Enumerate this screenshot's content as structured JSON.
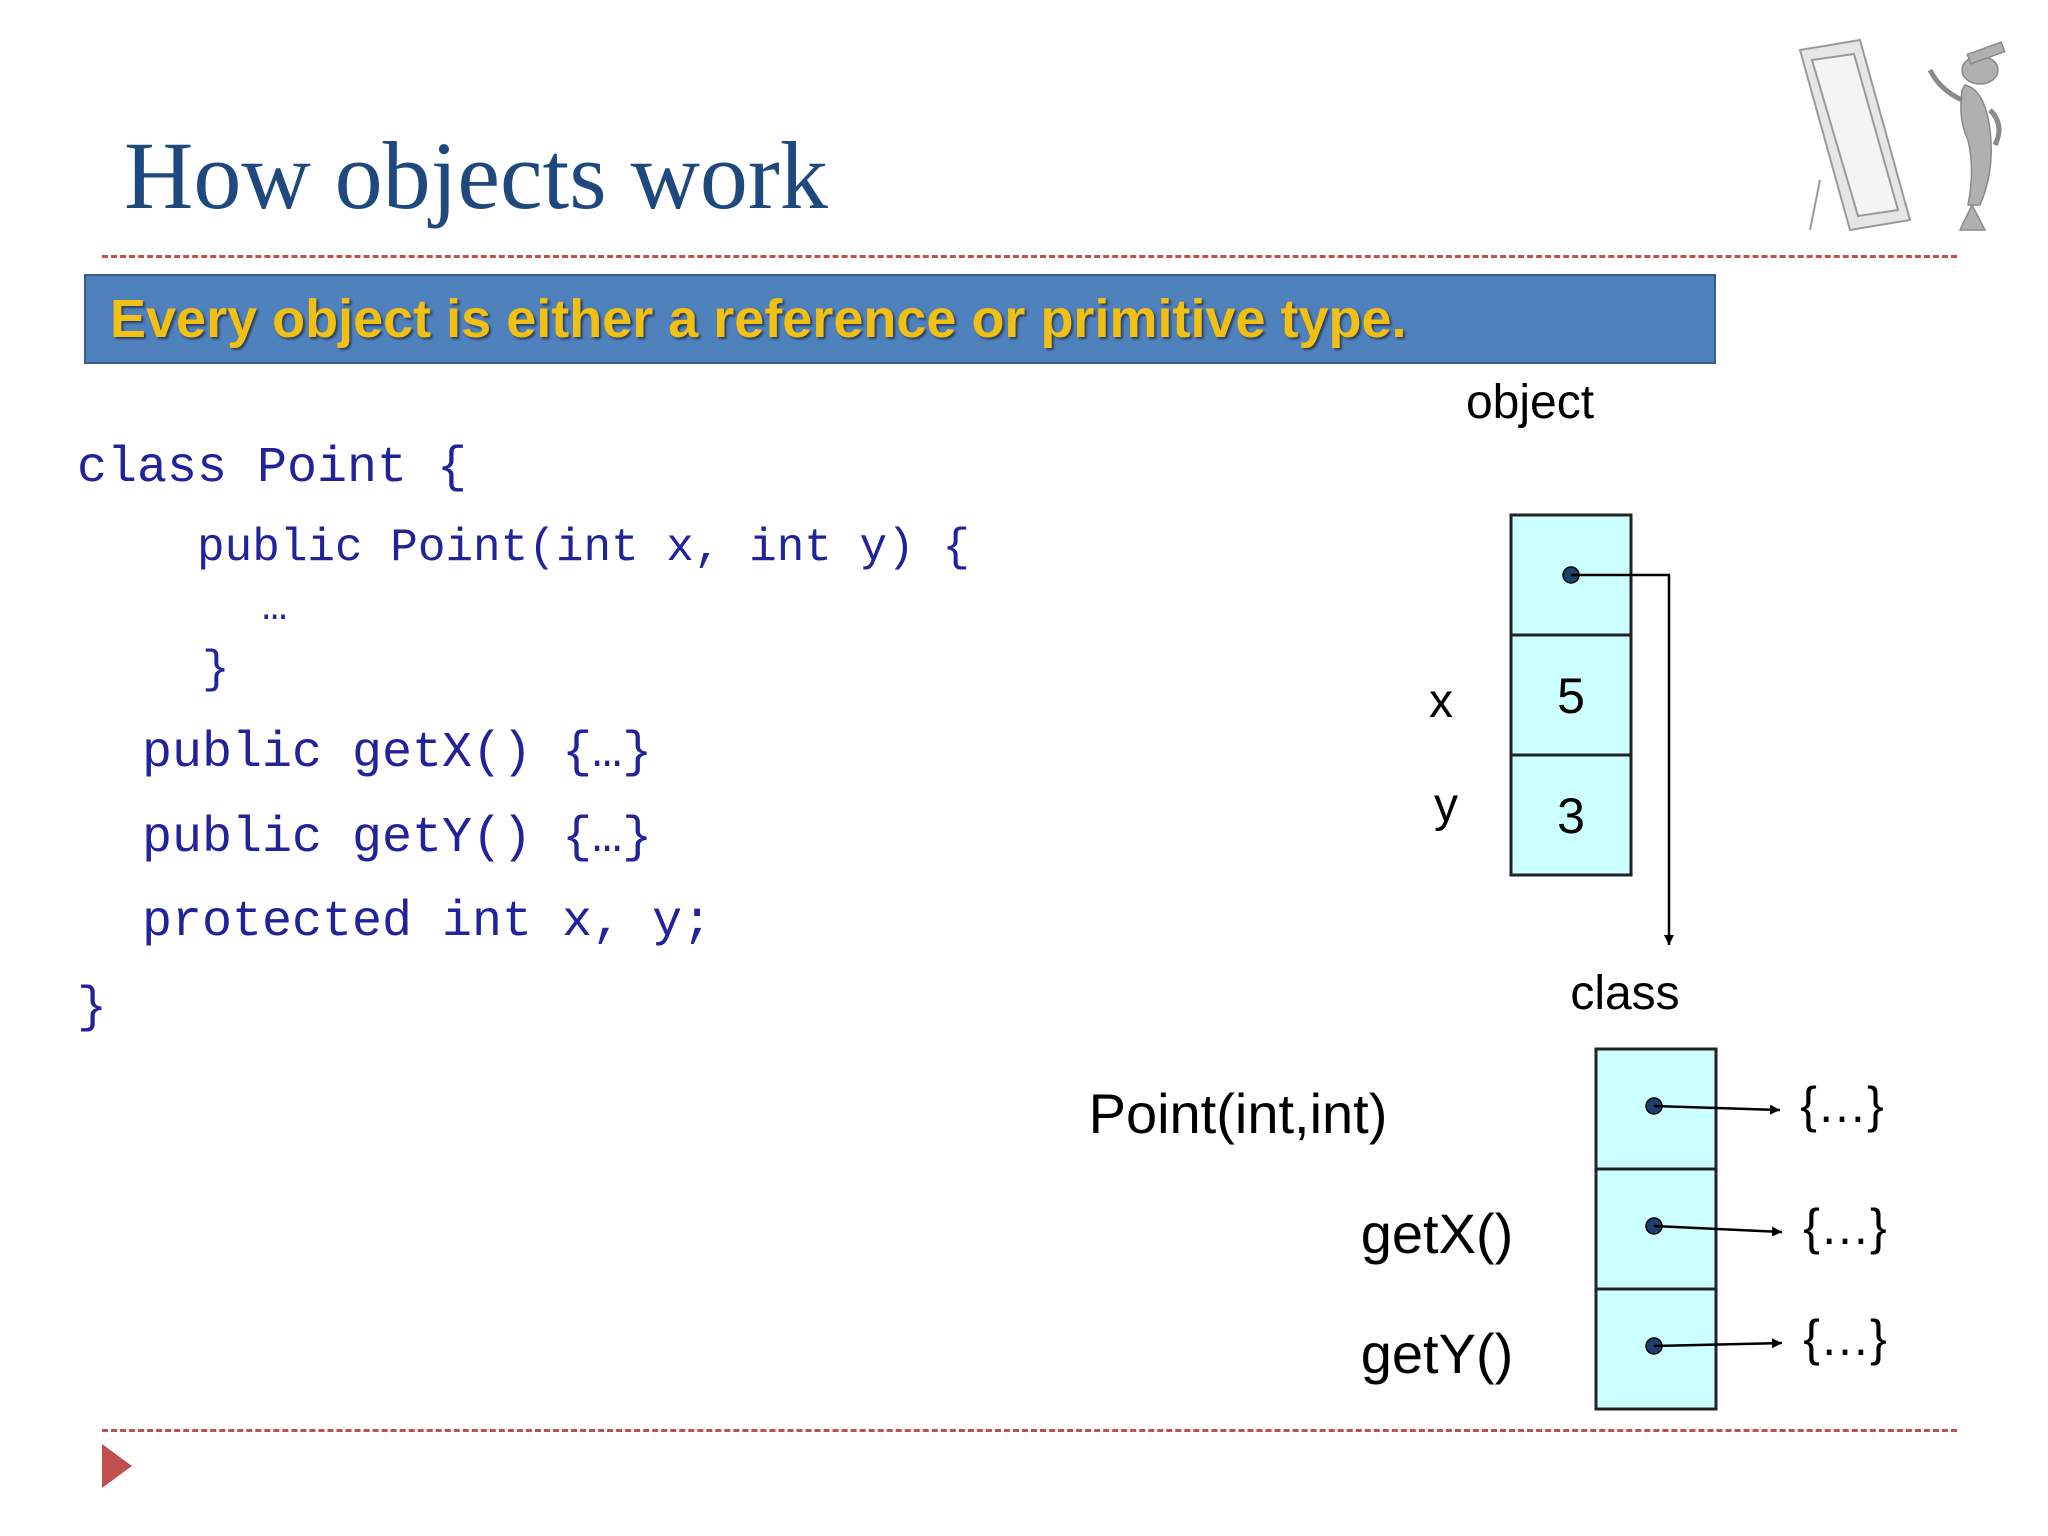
{
  "slide": {
    "title": "How objects work",
    "banner": "Every object is either a reference or primitive type."
  },
  "code": {
    "lines": [
      "class Point {",
      "public Point(int x, int y) {",
      "…",
      "}",
      "public getX() {…}",
      "public getY() {…}",
      "protected int x, y;",
      "}"
    ]
  },
  "diagram": {
    "object_label": "object",
    "object_cells": [
      {
        "label": "",
        "value": ""
      },
      {
        "label": "x",
        "value": "5"
      },
      {
        "label": "y",
        "value": "3"
      }
    ],
    "class_label": "class",
    "class_cells": [
      {
        "label": "Point(int,int)",
        "target": "{…}"
      },
      {
        "label": "getX()",
        "target": "{…}"
      },
      {
        "label": "getY()",
        "target": "{…}"
      }
    ]
  },
  "colors": {
    "title": "#1f497d",
    "banner_bg": "#4f81bd",
    "banner_text": "#f2c012",
    "code": "#22229a",
    "cell_fill": "#ccffff",
    "accent_red": "#c0504d"
  },
  "icons": {
    "bullet": "play-triangle-icon",
    "decoration": "mirror-figure-icon"
  }
}
